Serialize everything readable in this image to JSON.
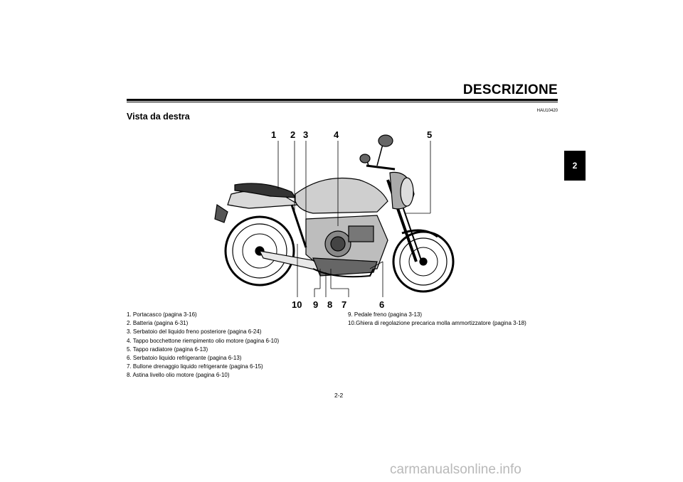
{
  "header": {
    "title": "DESCRIZIONE",
    "chapter": "2",
    "code": "HAU10420"
  },
  "section": {
    "title": "Vista da destra"
  },
  "callouts": [
    "1",
    "2",
    "3",
    "4",
    "5",
    "6",
    "7",
    "8",
    "9",
    "10"
  ],
  "legend_left": [
    "1. Portacasco (pagina 3-16)",
    "2. Batteria (pagina 6-31)",
    "3. Serbatoio del liquido freno posteriore (pagina 6-24)",
    "4. Tappo bocchettone riempimento olio motore (pagina 6-10)",
    "5. Tappo radiatore (pagina 6-13)",
    "6. Serbatoio liquido refrigerante (pagina 6-13)",
    "7. Bullone drenaggio liquido refrigerante (pagina 6-15)",
    "8. Astina livello olio motore (pagina 6-10)"
  ],
  "legend_right": [
    "9. Pedale freno (pagina 3-13)",
    "10.Ghiera di regolazione precarica molla ammortizzatore (pagina 3-18)"
  ],
  "page_number": "2-2",
  "footer": "carmanualsonline.info"
}
